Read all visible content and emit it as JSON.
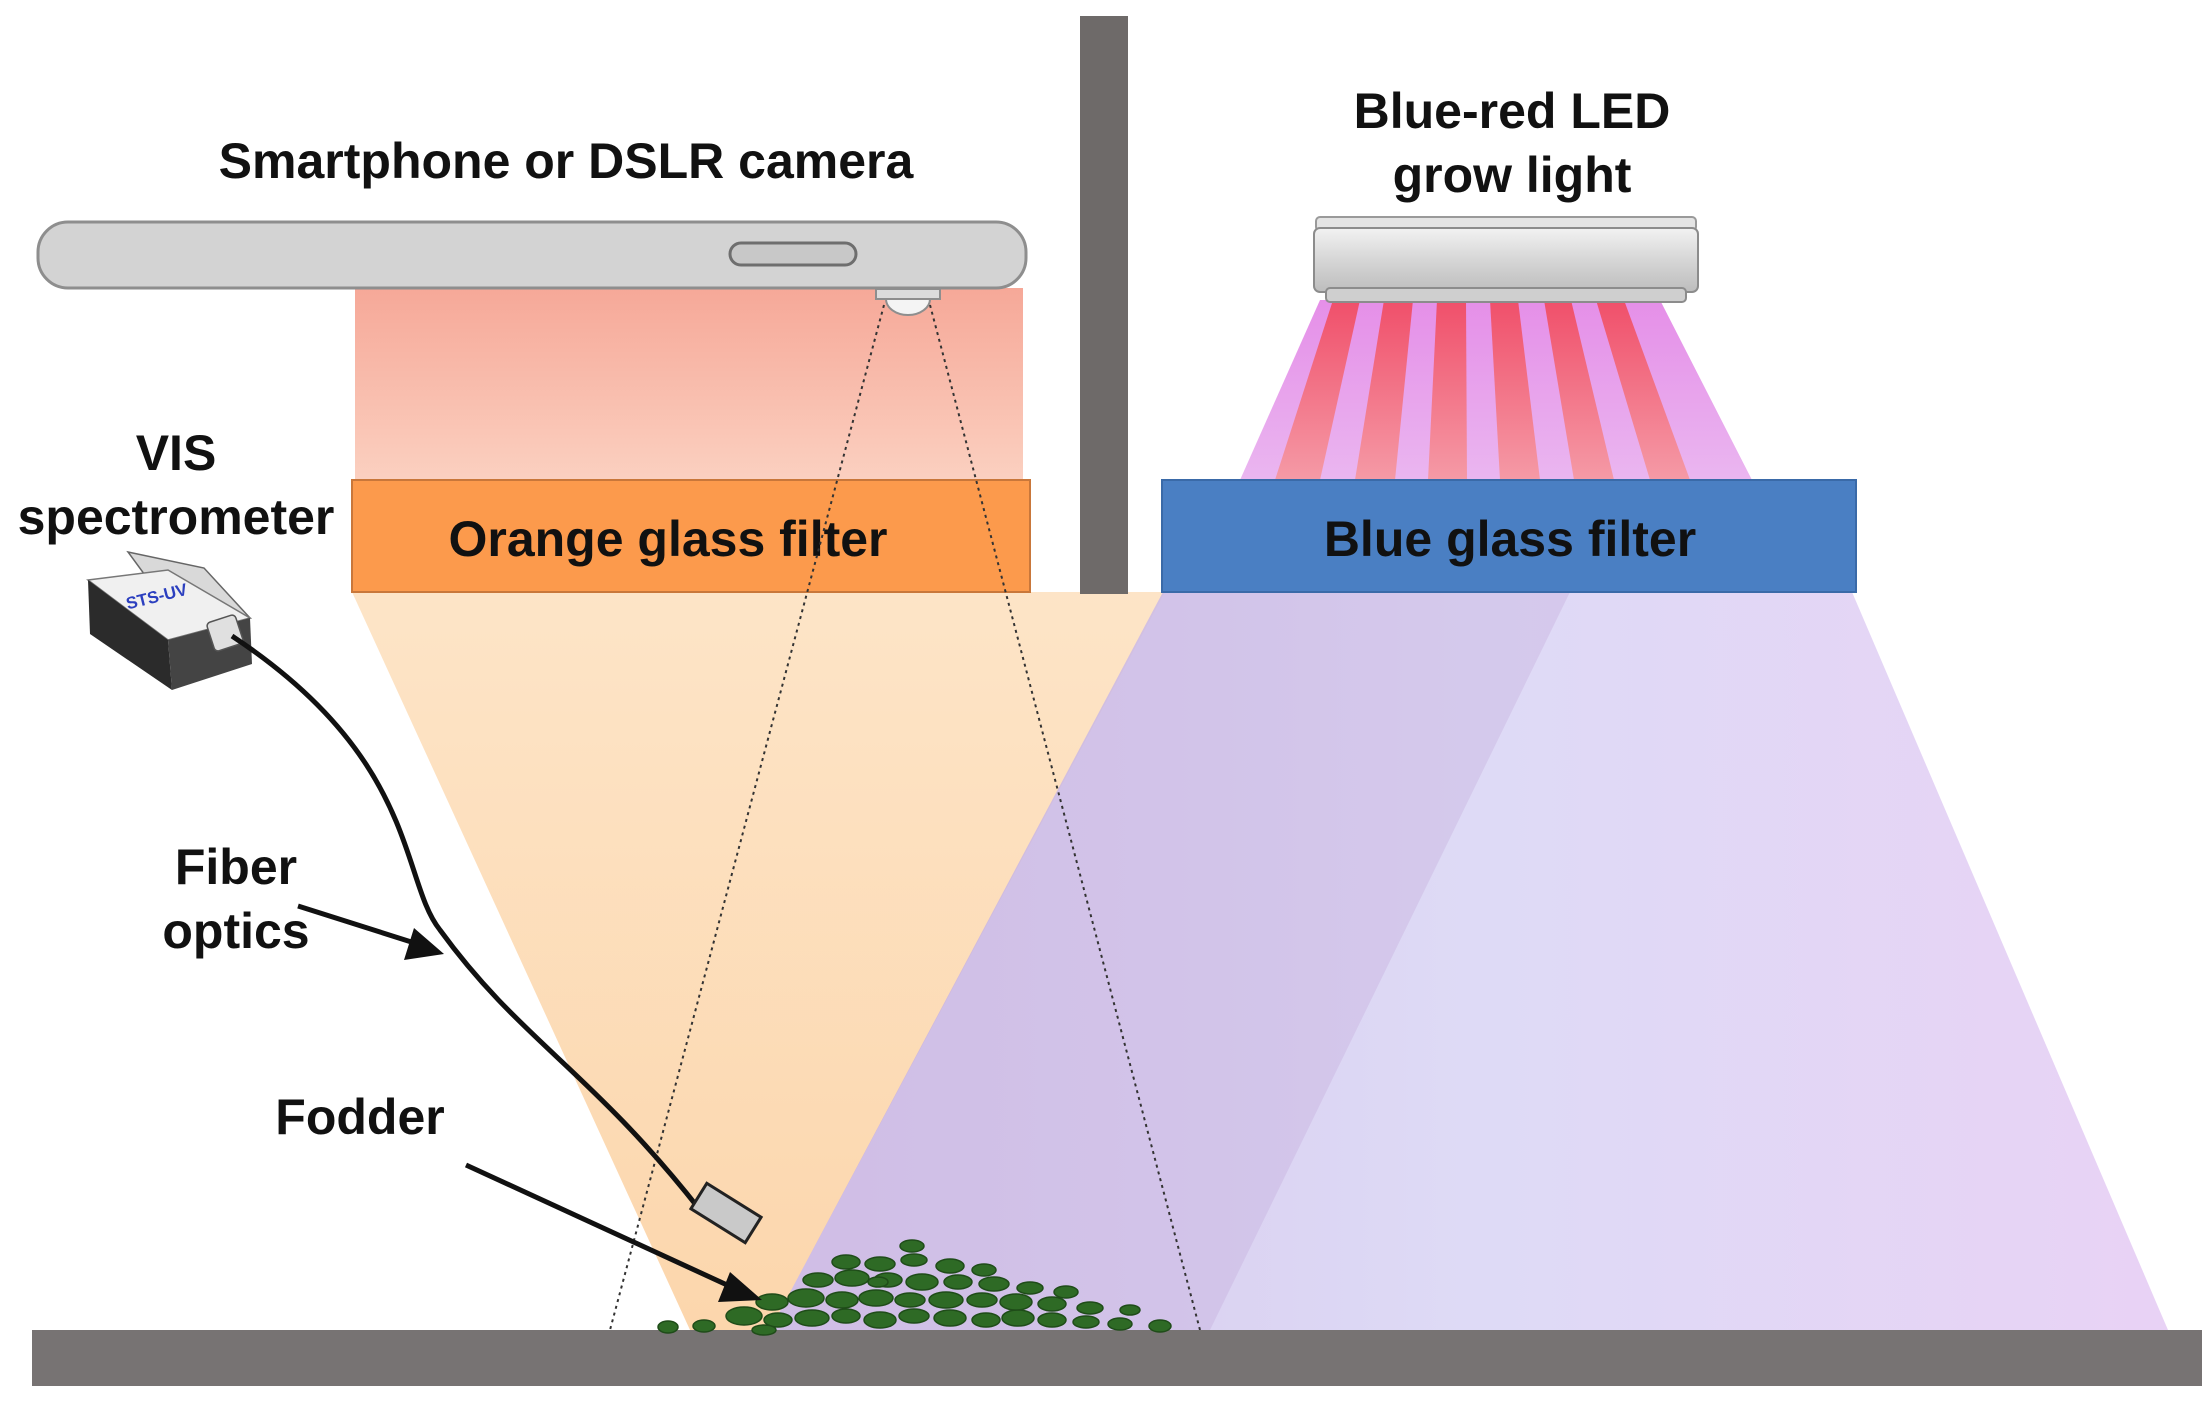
{
  "labels": {
    "camera": "Smartphone or DSLR camera",
    "led_line1": "Blue-red LED",
    "led_line2": "grow light",
    "spectrometer_line1": "VIS",
    "spectrometer_line2": "spectrometer",
    "orange_filter": "Orange glass filter",
    "blue_filter": "Blue glass filter",
    "fiber_line1": "Fiber",
    "fiber_line2": "optics",
    "fodder": "Fodder",
    "device_brand": "STS-UV"
  },
  "colors": {
    "orange_filter": "#fc9a4c",
    "blue_filter": "#4a7fc3",
    "stand": "#6e6a69",
    "ground": "#777373",
    "camera_body": "#d3d3d3",
    "fodder": "#2e6a25",
    "camera_glow": "#f7b3a3",
    "orange_beam": "#fde2bd",
    "blue_beam": "#d9c8f0",
    "led_pink": "#e9a2ec",
    "led_red": "#f2667a"
  }
}
